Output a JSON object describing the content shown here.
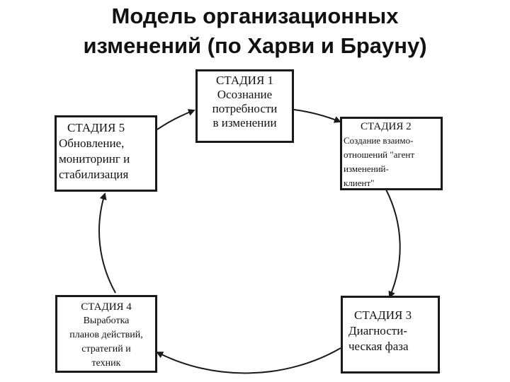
{
  "title": {
    "line1": "Модель организационных",
    "line2": "изменений (по Харви и Брауну)"
  },
  "stages": [
    {
      "heading": "СТАДИЯ 1",
      "lines": [
        "Осознание",
        "потребности",
        "в изменении"
      ]
    },
    {
      "heading": "СТАДИЯ 2",
      "lines": [
        "Создание взаимо-",
        "отношений \"агент",
        "изменений-",
        "клиент\""
      ]
    },
    {
      "heading": "СТАДИЯ 3",
      "lines": [
        "Диагности-",
        "ческая фаза"
      ]
    },
    {
      "heading": "СТАДИЯ 4",
      "lines": [
        "Выработка",
        "планов действий,",
        "стратегий и",
        "техник"
      ]
    },
    {
      "heading": "СТАДИЯ 5",
      "lines": [
        "Обновление,",
        "мониторинг и",
        "стабилизация"
      ]
    }
  ],
  "colors": {
    "ink": "#1a1a1a",
    "background": "#ffffff"
  }
}
